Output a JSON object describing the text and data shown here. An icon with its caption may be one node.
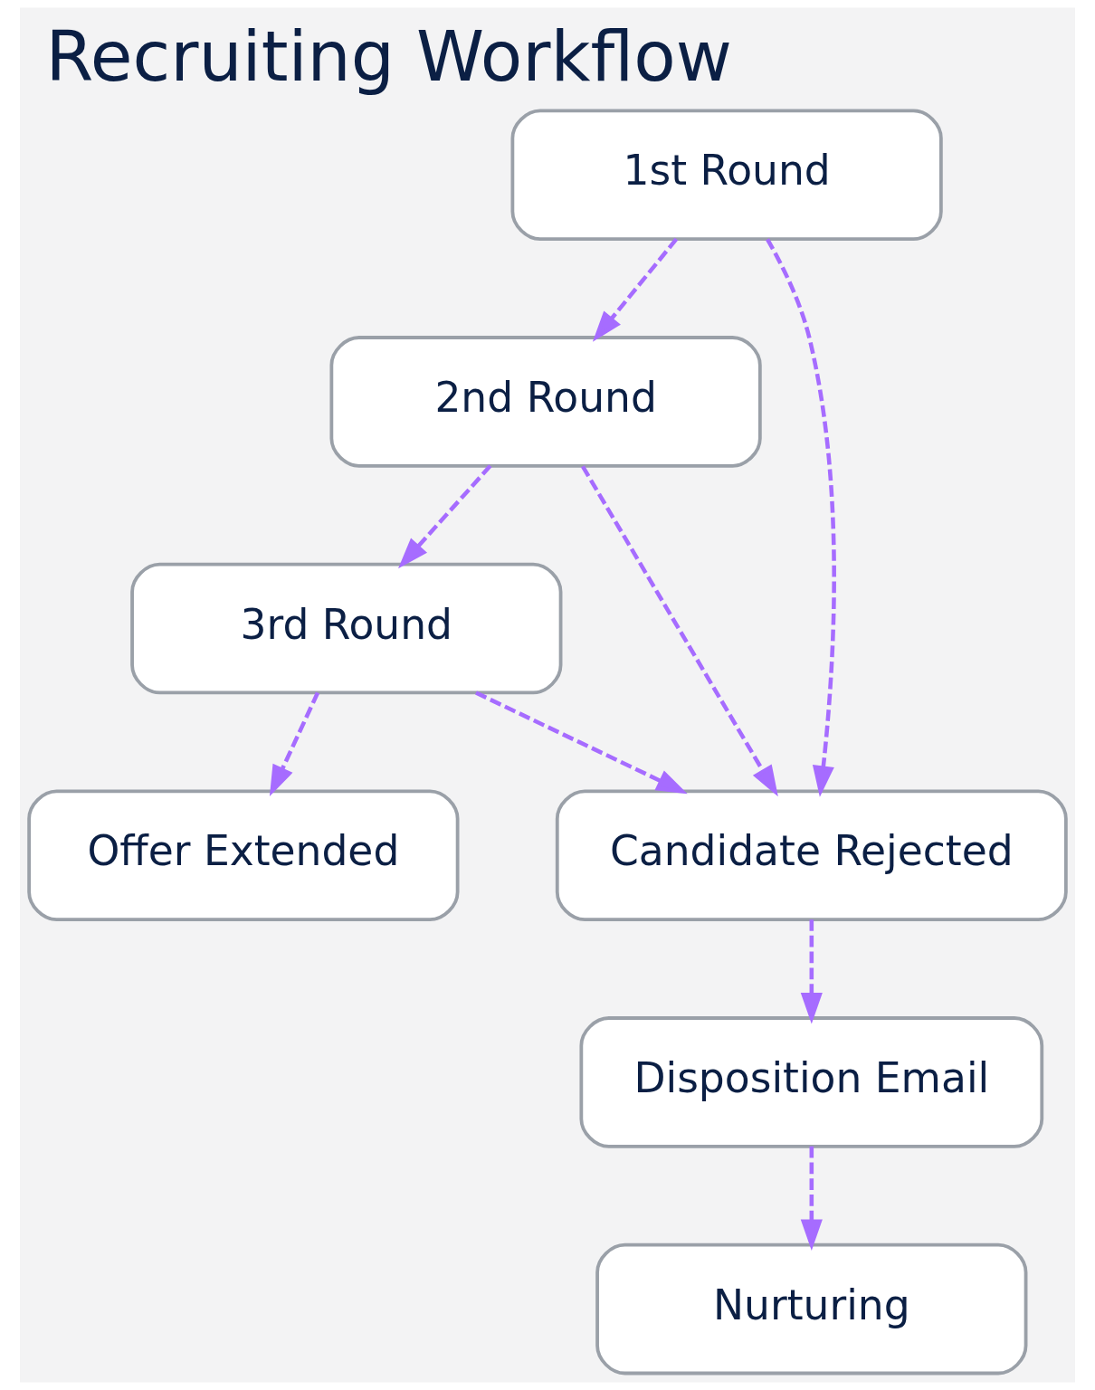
{
  "diagram": {
    "title": "Recruiting Workflow",
    "nodes": [
      {
        "text": [
          "1st Round"
        ]
      },
      {
        "text": [
          "2nd Round"
        ]
      },
      {
        "text": [
          "3rd Round"
        ]
      },
      {
        "text": [
          "Candidate Rejected"
        ]
      },
      {
        "text": [
          "Disposition Email"
        ]
      },
      {
        "text": [
          "Nurturing"
        ]
      },
      {
        "text": [
          "Offer Extended"
        ]
      }
    ],
    "edges": [
      {
        "from": 0,
        "to": 1,
        "arrow": "to",
        "style": "dashed"
      },
      {
        "from": 0,
        "to": 3,
        "arrow": "to",
        "style": "dashed"
      },
      {
        "from": 1,
        "to": 2,
        "arrow": "to",
        "style": "dashed"
      },
      {
        "from": 1,
        "to": 3,
        "arrow": "to",
        "style": "dashed"
      },
      {
        "from": 2,
        "to": 3,
        "arrow": "to",
        "style": "dashed"
      },
      {
        "from": 2,
        "to": 6,
        "arrow": "to",
        "style": "dashed"
      },
      {
        "from": 3,
        "to": 4,
        "arrow": "to",
        "style": "dashed"
      },
      {
        "from": 4,
        "to": 5,
        "arrow": "to",
        "style": "dashed"
      }
    ]
  }
}
